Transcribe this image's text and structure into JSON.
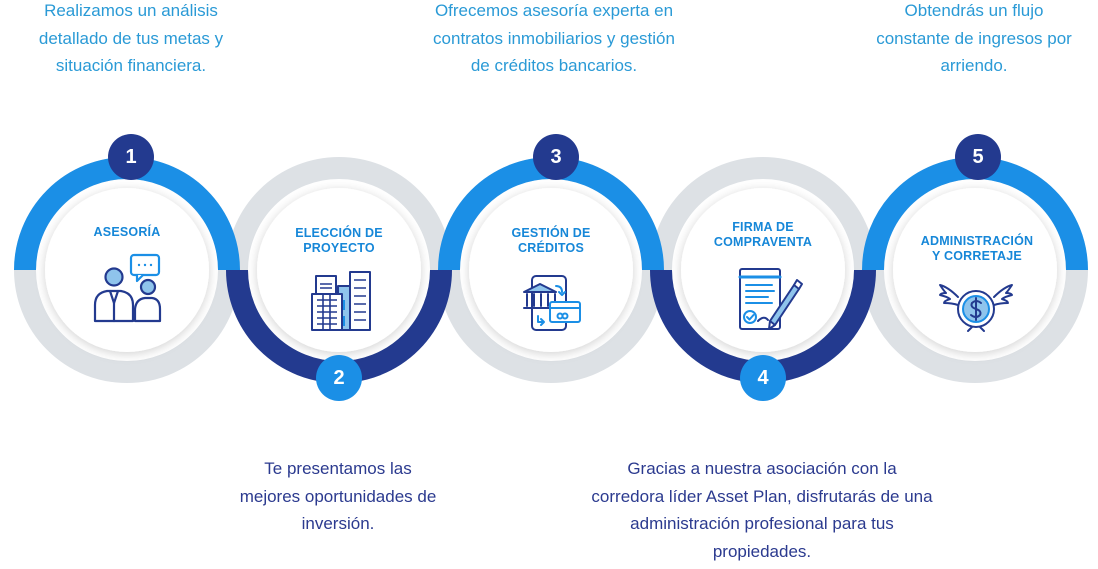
{
  "colors": {
    "light_blue": "#1b8fe6",
    "dark_blue": "#233a8f",
    "gray_ring": "#dde1e5",
    "top_text": "#2a9ad6",
    "bottom_text": "#2b3a8f"
  },
  "steps": [
    {
      "number": "1",
      "title": [
        "ASESORÍA"
      ],
      "icon": "advisory-people-icon",
      "description": [
        "Realizamos un análisis",
        "detallado de tus metas y",
        "situación financiera."
      ]
    },
    {
      "number": "2",
      "title": [
        "ELECCIÓN DE",
        "PROYECTO"
      ],
      "icon": "buildings-icon",
      "description": [
        "Te presentamos las",
        "mejores oportunidades de",
        "inversión."
      ]
    },
    {
      "number": "3",
      "title": [
        "GESTIÓN DE",
        "CRÉDITOS"
      ],
      "icon": "bank-credit-icon",
      "description": [
        "Ofrecemos asesoría experta en",
        "contratos inmobiliarios y gestión",
        "de créditos bancarios."
      ]
    },
    {
      "number": "4",
      "title": [
        "FIRMA DE",
        "COMPRAVENTA"
      ],
      "icon": "contract-signing-icon",
      "description": [
        "Gracias a nuestra asociación con la",
        "corredora líder Asset Plan, disfrutarás de una",
        "administración profesional para tus",
        "propiedades."
      ]
    },
    {
      "number": "5",
      "title": [
        "ADMINISTRACIÓN",
        "Y CORRETAJE"
      ],
      "icon": "winged-coin-icon",
      "description": [
        "Obtendrás un flujo",
        "constante de ingresos por",
        "arriendo."
      ]
    }
  ]
}
